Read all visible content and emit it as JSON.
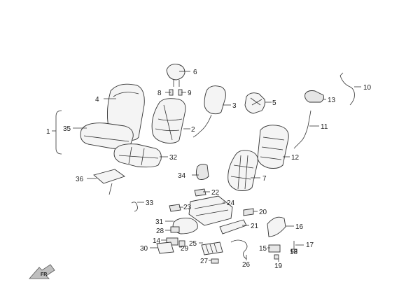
{
  "callouts": [
    {
      "id": "c1",
      "text": "1"
    },
    {
      "id": "c2",
      "text": "2"
    },
    {
      "id": "c3",
      "text": "3"
    },
    {
      "id": "c4",
      "text": "4"
    },
    {
      "id": "c5",
      "text": "5"
    },
    {
      "id": "c6",
      "text": "6"
    },
    {
      "id": "c7",
      "text": "7"
    },
    {
      "id": "c8",
      "text": "8"
    },
    {
      "id": "c9",
      "text": "9"
    },
    {
      "id": "c10",
      "text": "10"
    },
    {
      "id": "c11",
      "text": "11"
    },
    {
      "id": "c12",
      "text": "12"
    },
    {
      "id": "c13",
      "text": "13"
    },
    {
      "id": "c14",
      "text": "14"
    },
    {
      "id": "c15",
      "text": "15"
    },
    {
      "id": "c16",
      "text": "16"
    },
    {
      "id": "c17",
      "text": "17"
    },
    {
      "id": "c18",
      "text": "18"
    },
    {
      "id": "c19",
      "text": "19"
    },
    {
      "id": "c20",
      "text": "20"
    },
    {
      "id": "c21",
      "text": "21"
    },
    {
      "id": "c22",
      "text": "22"
    },
    {
      "id": "c23",
      "text": "23"
    },
    {
      "id": "c24",
      "text": "24"
    },
    {
      "id": "c25",
      "text": "25"
    },
    {
      "id": "c26",
      "text": "26"
    },
    {
      "id": "c27",
      "text": "27"
    },
    {
      "id": "c28",
      "text": "28"
    },
    {
      "id": "c29",
      "text": "29"
    },
    {
      "id": "c30",
      "text": "30"
    },
    {
      "id": "c31",
      "text": "31"
    },
    {
      "id": "c32",
      "text": "32"
    },
    {
      "id": "c33",
      "text": "33"
    },
    {
      "id": "c34",
      "text": "34"
    },
    {
      "id": "c35",
      "text": "35"
    },
    {
      "id": "c36",
      "text": "36"
    }
  ],
  "direction_marker": {
    "text": "FR",
    "icon": "front-arrow-icon"
  },
  "colors": {
    "line": "#333333",
    "fill": "#f4f4f4",
    "label": "#222222"
  }
}
